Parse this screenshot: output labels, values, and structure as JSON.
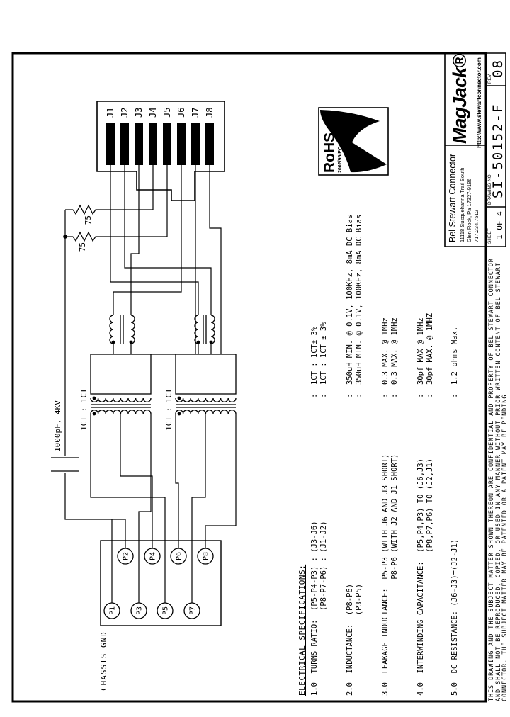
{
  "drawing": {
    "jack_pins": [
      "J1",
      "J2",
      "J3",
      "J4",
      "J5",
      "J6",
      "J7",
      "J8"
    ],
    "pads": [
      "P1",
      "P2",
      "P3",
      "P4",
      "P5",
      "P6",
      "P7",
      "P8"
    ],
    "resistor1_value": "75",
    "resistor2_value": "75",
    "capacitor_label": "1000pF, 4KV",
    "ground_label": "CHASSIS GND",
    "transformer1_label": "1CT : 1CT",
    "transformer2_label": "1CT : 1CT"
  },
  "rohs": {
    "name": "RoHS",
    "directive": "2002/95/EC"
  },
  "specs": {
    "heading": "ELECTRICAL SPECIFICATIONS:",
    "items": [
      {
        "label": "1.0  TURNS RATIO:  (P5-P4-P3) : (J3-J6)\n                   (P8-P7-P6) : (J1-J2)",
        "value": ":  1CT : 1CT± 3%\n:  1CT : 1CT ± 3%"
      },
      {
        "label": "2.0  INDUCTANCE:  (P8-P6)\n                  (P3-P5)",
        "value": ":  350uH MIN. @ 0.1V, 100KHz, 8mA DC Bias\n:  350uH MIN. @ 0.1V, 100KHz, 8mA DC Bias"
      },
      {
        "label": "3.0  LEAKAGE INDUCTANCE:  P5-P3 (WITH J6 AND J3 SHORT)\n                          P8-P6 (WITH J2 AND J1 SHORT)",
        "value": ":  0.3 MAX. @ 1MHz\n:  0.3 MAX. @ 1MHz"
      },
      {
        "label": "4.0  INTERWINDING CAPACITANCE:  (P5,P4,P3) TO (J6,J3)\n                                (P8,P7,P6) TO (J2,J1)",
        "value": ":  30pf MAX @ 1MHz\n:  30pf MAX. @ 1MHZ"
      },
      {
        "label": "5.0  DC RESISTANCE: (J6-J3)=(J2-J1)",
        "value": ":  1.2 ohms Max."
      }
    ]
  },
  "title_block": {
    "company": "Bel Stewart Connector",
    "address1": "11118 Susquehanna Trail South",
    "address2": "Glen Rock, Pa 17327-9186",
    "phone": "717.234.7512",
    "logo": "MagJack®",
    "website": "http://www.stewartconnector.com",
    "sheet_label": "SHEET",
    "sheet_value": "1 OF 4",
    "drawing_label": "DRAWING NO.",
    "drawing_number": "SI-50152-F",
    "rev_label": "REV.",
    "rev_value": "08"
  },
  "disclaimer": {
    "line1": "THIS DRAWING AND THE SUBJECT MATTER SHOWN THEREON ARE CONFIDENTIAL AND PROPERTY OF BEL STEWART CONNECTOR",
    "line2": "AND SHALL NOT BE REPRODUCED, COPIED, OR USED IN ANY MANNER WITHOUT PRIOR WRITTEN CONTENT OF BEL STEWART",
    "line3": "CONNECTOR.  THE SUBJECT MATTER MAY BE PATENTED OR A PATENT MAY BE PENDING"
  }
}
